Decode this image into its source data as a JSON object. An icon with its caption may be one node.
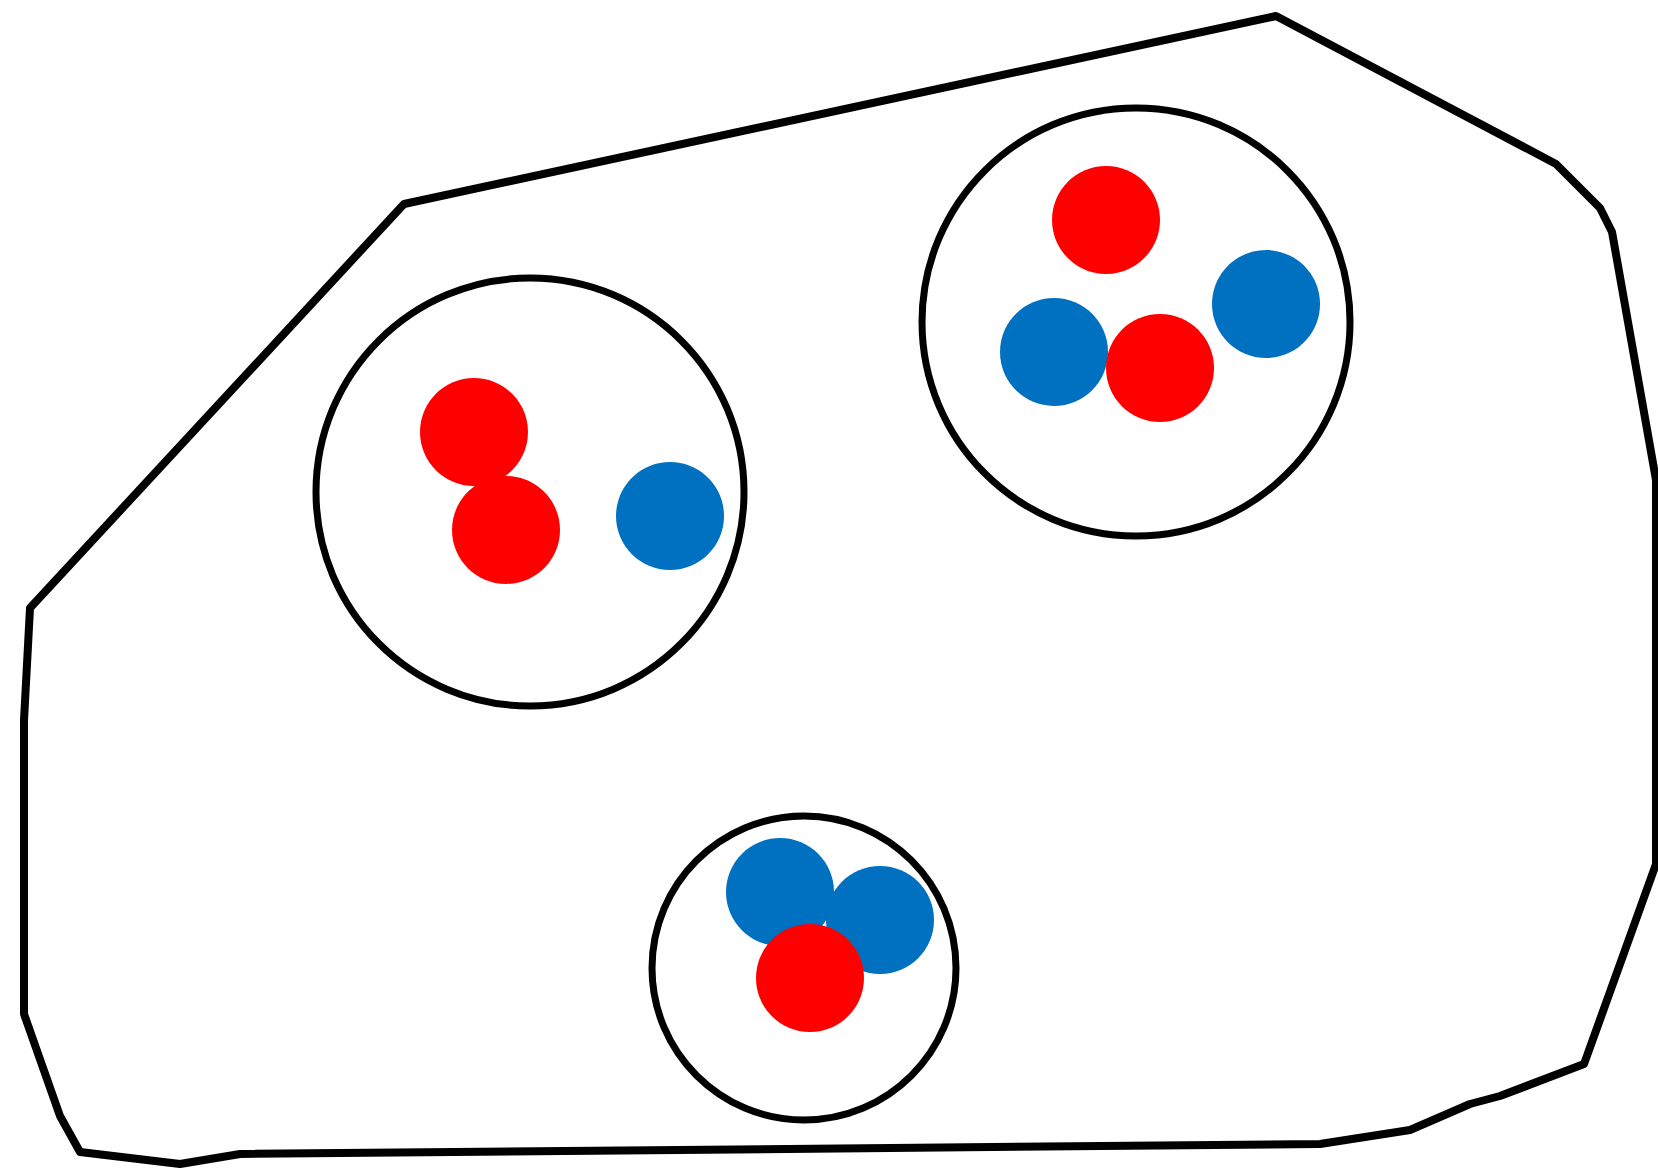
{
  "diagram": {
    "nodes": [
      {
        "text": [],
        "shape": "polygon"
      },
      {
        "text": [],
        "shape": "circle",
        "in": 0
      },
      {
        "text": [],
        "shape": "circle",
        "in": 1
      },
      {
        "text": [],
        "shape": "circle",
        "in": 1
      },
      {
        "text": [],
        "shape": "circle",
        "in": 1
      },
      {
        "text": [],
        "shape": "circle",
        "in": 0
      },
      {
        "text": [],
        "shape": "circle",
        "in": 5
      },
      {
        "text": [],
        "shape": "circle",
        "in": 5
      },
      {
        "text": [],
        "shape": "circle",
        "in": 5
      },
      {
        "text": [],
        "shape": "circle",
        "in": 5
      },
      {
        "text": [],
        "shape": "circle",
        "in": 0
      },
      {
        "text": [],
        "shape": "circle",
        "in": 10
      },
      {
        "text": [],
        "shape": "circle",
        "in": 10
      },
      {
        "text": [],
        "shape": "circle",
        "in": 10
      }
    ]
  }
}
